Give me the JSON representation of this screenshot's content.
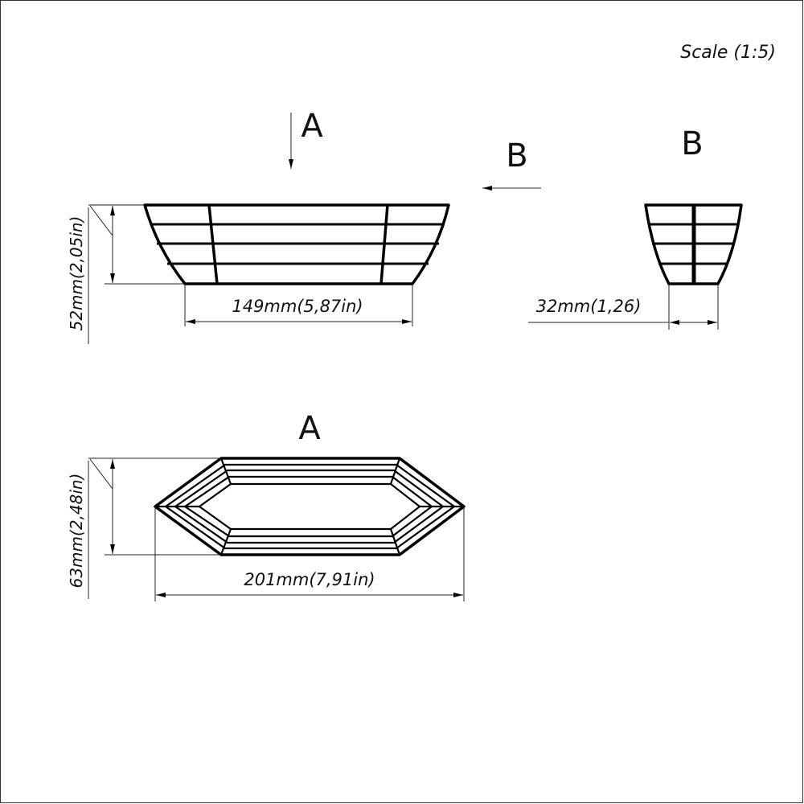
{
  "scale_label": "Scale (1:5)",
  "views": {
    "arrow_a_label": "A",
    "arrow_b_label": "B",
    "view_b_title": "B",
    "view_a_title": "A"
  },
  "dimensions": {
    "front_height": "52mm(2,05in)",
    "front_width": "149mm(5,87in)",
    "side_width": "32mm(1,26)",
    "top_height": "63mm(2,48in)",
    "top_width": "201mm(7,91in)"
  }
}
